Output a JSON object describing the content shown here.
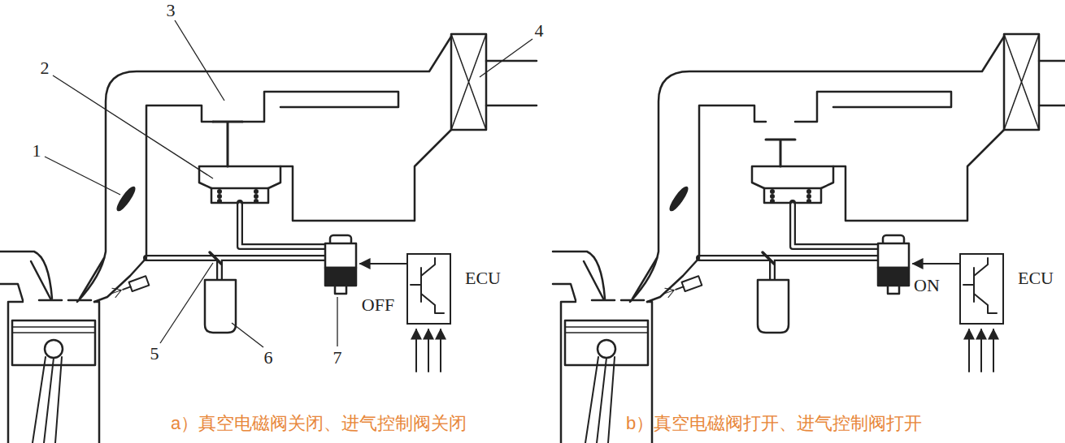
{
  "diagram": {
    "nodes": [
      {
        "text": [
          "ECU"
        ]
      },
      {
        "text": [
          "ECU"
        ]
      }
    ],
    "labels": [
      "3",
      "4",
      "2",
      "1",
      "5",
      "6",
      "7",
      "OFF",
      "ON",
      "a）真空电磁阀关闭、进气控制阀关闭",
      "b）真空电磁阀打开、进气控制阀打开"
    ]
  }
}
